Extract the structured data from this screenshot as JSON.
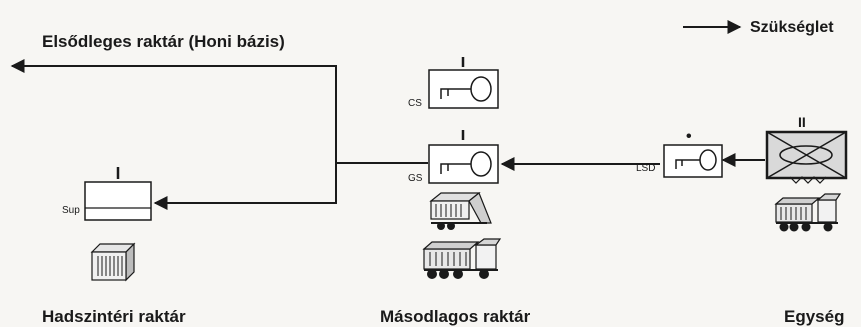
{
  "legend": {
    "arrow_label": "Szükséglet"
  },
  "primary_warehouse": {
    "label": "Elsődleges raktár (Honi bázis)"
  },
  "theater_warehouse": {
    "label": "Hadszintéri raktár",
    "box_code": "Sup",
    "echelon": "I"
  },
  "secondary_warehouse": {
    "label": "Másodlagos raktár",
    "cs_code": "CS",
    "cs_echelon": "I",
    "gs_code": "GS",
    "gs_echelon": "I"
  },
  "unit": {
    "label": "Egység",
    "lsd_code": "LSD",
    "lsd_echelon": "•",
    "unit_echelon": "II"
  },
  "colors": {
    "ink": "#1a1a1a",
    "background": "#f7f6f3",
    "fill_light": "#ffffff",
    "fill_grey": "#d9d9d9"
  },
  "icons": [
    "cargo-container-icon",
    "cargo-trailer-icon",
    "truck-trailer-icon",
    "armored-unit-symbol-icon",
    "key-symbol-icon"
  ]
}
